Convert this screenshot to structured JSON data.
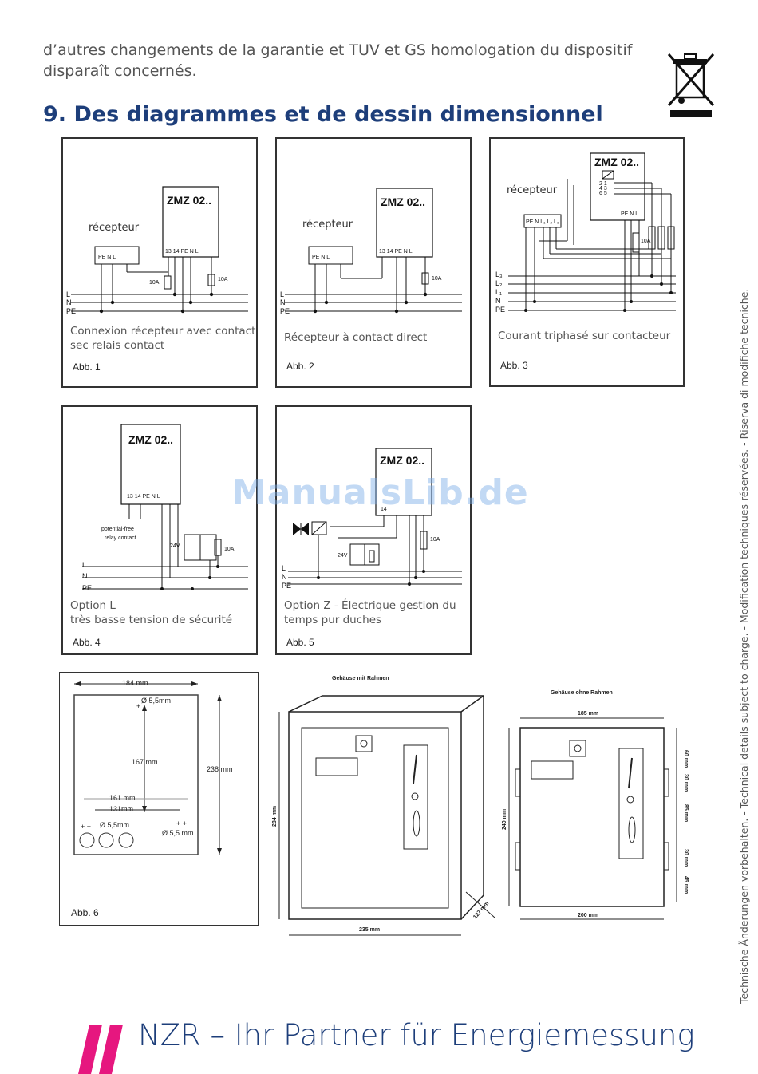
{
  "intro_text": "d’autres changements de la garantie et TUV et GS homologation du dispositif disparaît concernés.",
  "heading": "9. Des diagrammes et de dessin dimensionnel",
  "watermark": "ManualsLib.de",
  "side_text": "Technische Änderungen vorbehalten. - Technical details subject to charge. - Modification techniques réservées. - Riserva di modifiche tecniche.",
  "footer_text": "NZR – Ihr Partner für Energiemessung",
  "colors": {
    "heading": "#1d3e7a",
    "footer_accent": "#e6177f"
  },
  "diagrams": [
    {
      "device": "ZMZ 02..",
      "receiver": "récepteur",
      "receiver_terms": [
        "PE",
        "N",
        "L"
      ],
      "device_terms": [
        "13",
        "14",
        "PE",
        "N",
        "L"
      ],
      "fuses": [
        "10A",
        "10A"
      ],
      "lines": [
        "L",
        "N",
        "PE"
      ],
      "caption_1": "Connexion récepteur avec contact",
      "caption_2": "sec relais contact",
      "abb": "Abb. 1"
    },
    {
      "device": "ZMZ 02..",
      "receiver": "récepteur",
      "receiver_terms": [
        "PE",
        "N",
        "L"
      ],
      "device_terms": [
        "13",
        "14",
        "PE",
        "N",
        "L"
      ],
      "fuses": [
        "10A"
      ],
      "lines": [
        "L",
        "N",
        "PE"
      ],
      "caption_1": "Récepteur à contact direct",
      "caption_2": "",
      "abb": "Abb. 2"
    },
    {
      "device": "ZMZ 02..",
      "receiver": "récepteur",
      "receiver_terms": [
        "PE",
        "N",
        "L₁",
        "L₂",
        "L₃"
      ],
      "device_terms": [
        "PE",
        "N",
        "L"
      ],
      "fuses": [
        "10A"
      ],
      "lines": [
        "L₃",
        "L₂",
        "L₁",
        "N",
        "PE"
      ],
      "caption_1": "Courant triphasé sur contacteur",
      "caption_2": "",
      "abb": "Abb. 3"
    },
    {
      "device": "ZMZ 02..",
      "device_terms": [
        "13",
        "14",
        "PE",
        "N",
        "L"
      ],
      "contact_1": "potential-free",
      "contact_2": "relay contact",
      "voltage": "24V",
      "fuses": [
        "10A"
      ],
      "lines": [
        "L",
        "N",
        "PE"
      ],
      "caption_1": "Option L",
      "caption_2": "très basse tension de sécurité",
      "abb": "Abb. 4"
    },
    {
      "device": "ZMZ 02..",
      "device_terms": [
        "14"
      ],
      "voltage": "24V",
      "fuses": [
        "10A"
      ],
      "lines": [
        "L",
        "N",
        "PE"
      ],
      "caption_1": "Option Z - Électrique gestion du",
      "caption_2": "temps pur duches",
      "abb": "Abb. 5"
    }
  ],
  "abb6": {
    "width": "184 mm",
    "height": "238 mm",
    "hole_distance": "167 mm",
    "width_a": "161 mm",
    "width_b": "131mm",
    "hole_1": "Ø 5,5mm",
    "hole_2": "Ø 5,5 mm",
    "hole_3": "Ø 5,5mm",
    "abb": "Abb. 6"
  },
  "housing_with_frame": {
    "title": "Gehäuse mit Rahmen",
    "width": "235 mm",
    "height": "284 mm",
    "depth": "127 mm"
  },
  "housing_without_frame": {
    "title": "Gehäuse ohne Rahmen",
    "width_top": "185 mm",
    "width_bottom": "200 mm",
    "height": "240 mm",
    "dims_right": [
      "60 mm",
      "30 mm",
      "85 mm",
      "30 mm",
      "45 mm"
    ]
  }
}
